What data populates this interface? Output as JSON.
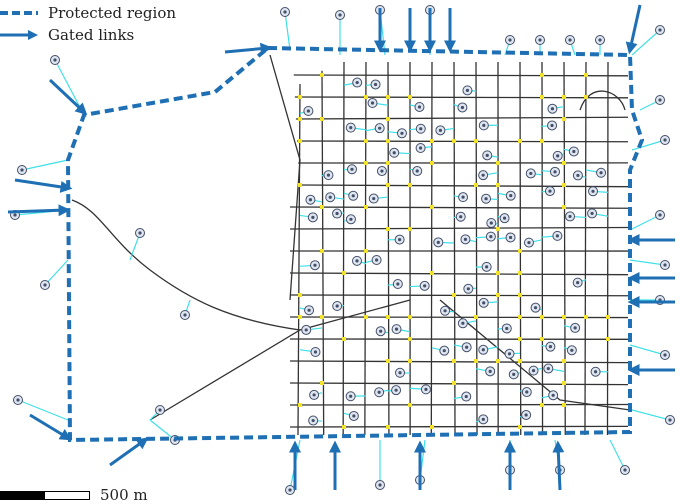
{
  "legend": {
    "protected_region": "Protected region",
    "gated_links": "Gated links"
  },
  "scale_bar": {
    "label": "500 m"
  },
  "colors": {
    "protected": "#1f6fb4",
    "gated": "#1f6fb4",
    "road": "#333333",
    "connector": "#40e0e8",
    "intersection": "#f2e32b",
    "node": "#44506a"
  }
}
